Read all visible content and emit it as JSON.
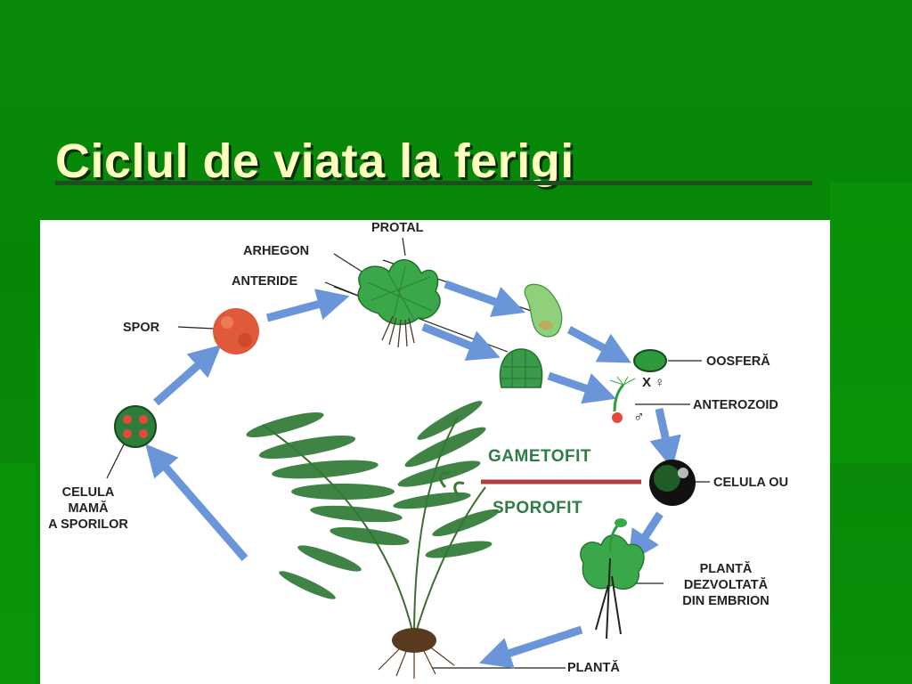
{
  "slide": {
    "title": "Ciclul de viata la ferigi"
  },
  "labels": {
    "protal": "PROTAL",
    "arhegon": "ARHEGON",
    "anteride": "ANTERIDE",
    "spor": "SPOR",
    "oosfera": "OOSFERĂ",
    "anterozoid": "ANTEROZOID",
    "celula_ou": "CELULA OU",
    "celula_mama": [
      "CELULA",
      "MAMĂ",
      "A SPORILOR"
    ],
    "planta_dezvoltata": [
      "PLANTĂ",
      "DEZVOLTATĂ",
      "DIN EMBRION"
    ],
    "planta": "PLANTĂ",
    "gametofit": "GAMETOFIT",
    "sporofit": "SPOROFIT",
    "female_symbol": "X ♀",
    "male_symbol": "♂"
  },
  "colors": {
    "background": "#0a8a0a",
    "title": "#ffffc0",
    "arrow": "#6a95d8",
    "phase_text": "#2e7d45",
    "divider": "#b0403a"
  }
}
